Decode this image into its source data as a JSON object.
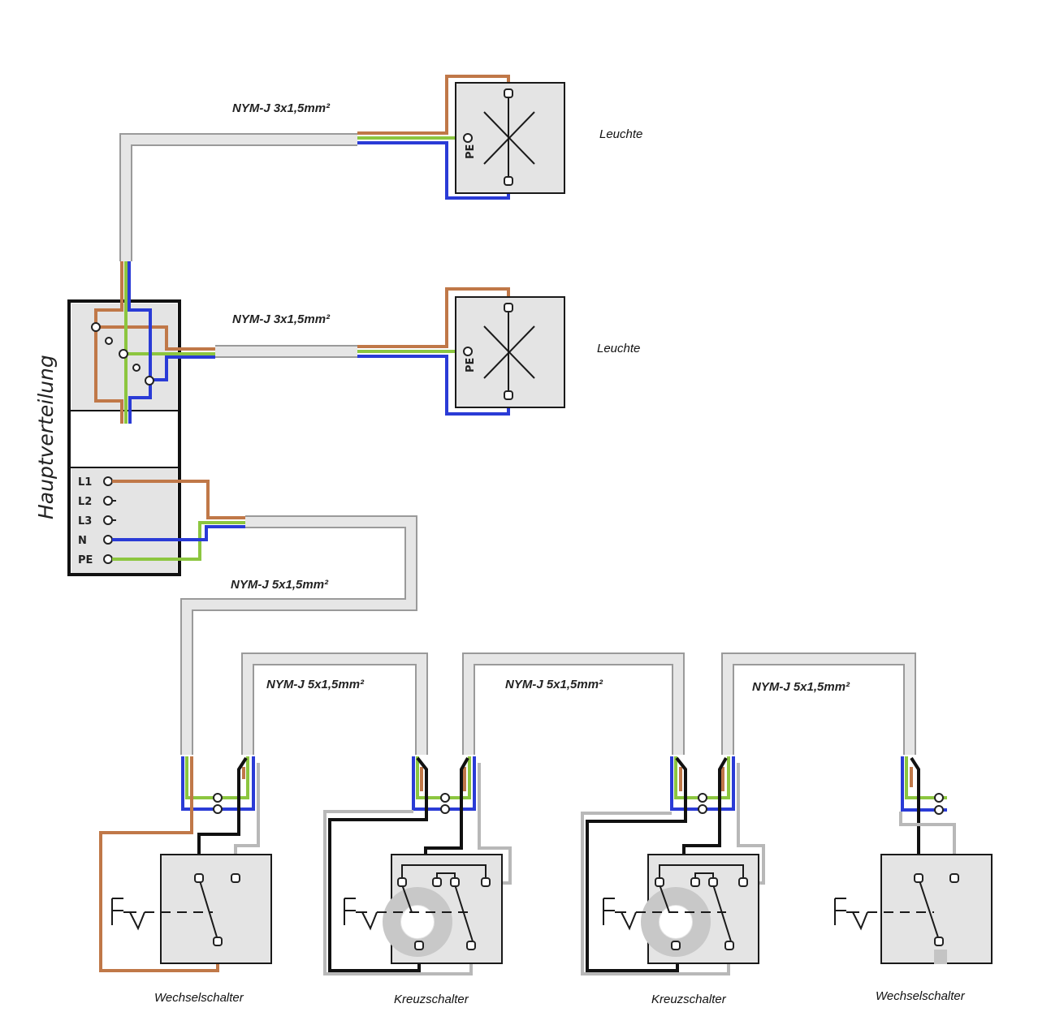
{
  "diagram": {
    "title_vertical": "Hauptverteilung",
    "colors": {
      "phase_brown": "#c07848",
      "neutral_blue": "#2a3bd6",
      "earth_green_yellow": "#8cc63f",
      "switched_black": "#111111",
      "traveller_grey": "#b8b8b8",
      "box_fill": "#e4e4e4"
    },
    "distribution": {
      "terminals": [
        "L1",
        "L2",
        "L3",
        "N",
        "PE"
      ]
    },
    "lights": [
      {
        "label": "Leuchte",
        "cable": "NYM-J 3x1,5mm²",
        "pe_label": "PE"
      },
      {
        "label": "Leuchte",
        "cable": "NYM-J 3x1,5mm²",
        "pe_label": "PE"
      }
    ],
    "feed_cable": "NYM-J 5x1,5mm²",
    "link_cables": [
      "NYM-J 5x1,5mm²",
      "NYM-J 5x1,5mm²",
      "NYM-J 5x1,5mm²"
    ],
    "switches": [
      {
        "label": "Wechselschalter",
        "type": "two-way"
      },
      {
        "label": "Kreuzschalter",
        "type": "intermediate"
      },
      {
        "label": "Kreuzschalter",
        "type": "intermediate"
      },
      {
        "label": "Wechselschalter",
        "type": "two-way"
      }
    ]
  }
}
